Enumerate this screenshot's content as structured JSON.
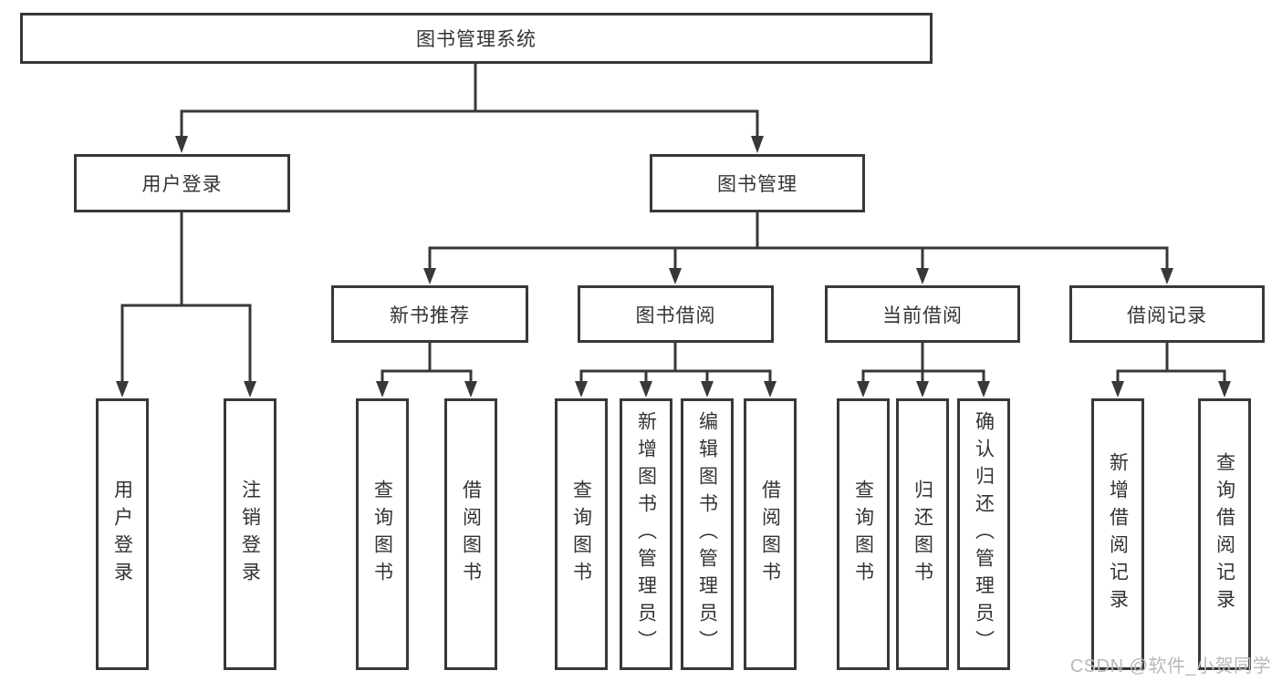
{
  "diagram": {
    "root": {
      "label": "图书管理系统"
    },
    "branches": [
      {
        "label": "用户登录",
        "children": [
          {
            "label": "用户登录"
          },
          {
            "label": "注销登录"
          }
        ]
      },
      {
        "label": "图书管理",
        "children": [
          {
            "label": "新书推荐",
            "children": [
              {
                "label": "查询图书"
              },
              {
                "label": "借阅图书"
              }
            ]
          },
          {
            "label": "图书借阅",
            "children": [
              {
                "label": "查询图书"
              },
              {
                "label": "新增图书（管理员）"
              },
              {
                "label": "编辑图书（管理员）"
              },
              {
                "label": "借阅图书"
              }
            ]
          },
          {
            "label": "当前借阅",
            "children": [
              {
                "label": "查询图书"
              },
              {
                "label": "归还图书"
              },
              {
                "label": "确认归还（管理员）"
              }
            ]
          },
          {
            "label": "借阅记录",
            "children": [
              {
                "label": "新增借阅记录"
              },
              {
                "label": "查询借阅记录"
              }
            ]
          }
        ]
      }
    ]
  },
  "watermark": {
    "text": "CSDN @软件_小贺同学"
  },
  "colors": {
    "line": "#383838",
    "text": "#333333",
    "watermark": "#b9b9b9",
    "background": "#ffffff"
  }
}
